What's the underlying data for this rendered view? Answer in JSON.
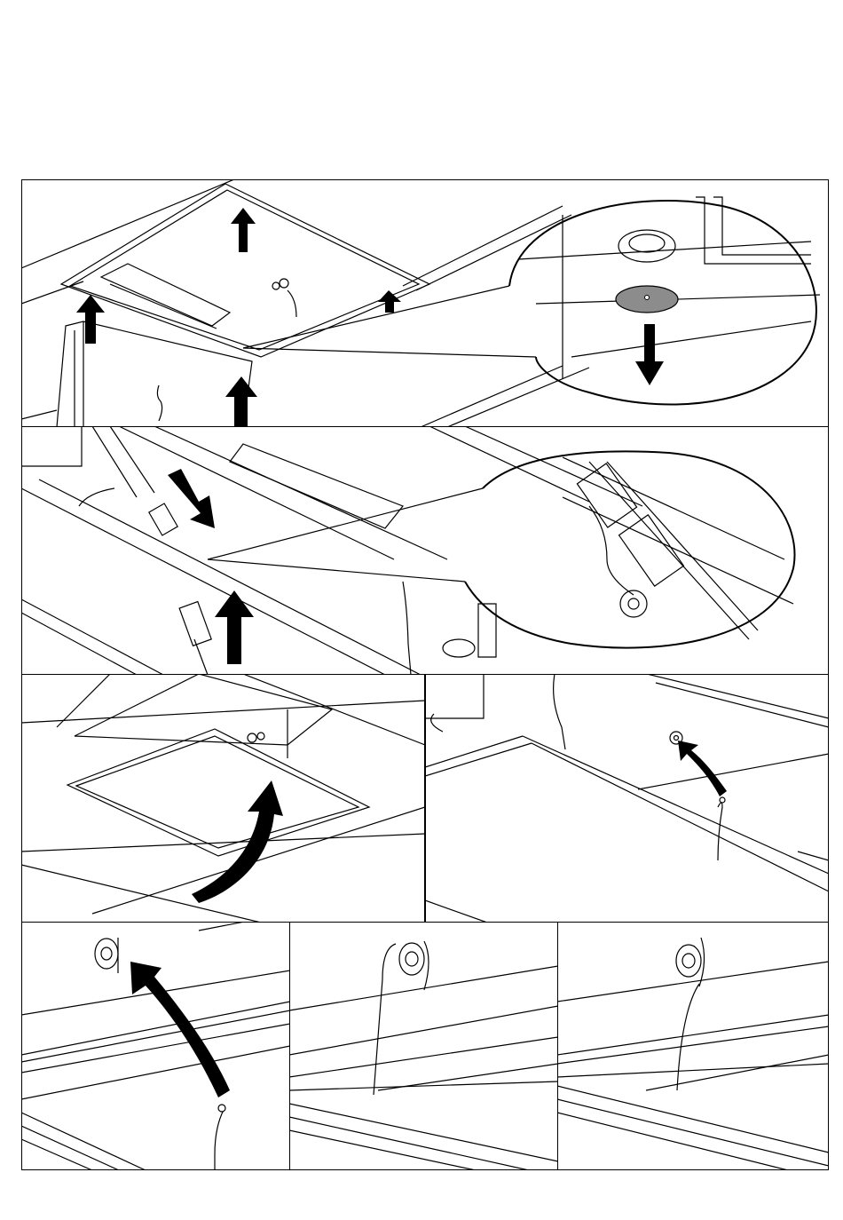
{
  "document": {
    "type": "installation-instructions",
    "steps": [
      {
        "id": "step-1",
        "depicts": "ceiling-tile-lift-and-magnet-release",
        "icons": [
          "arrow-up-icon",
          "arrow-down-icon",
          "magnifier-callout-icon",
          "magnet-disc-icon"
        ]
      },
      {
        "id": "step-2",
        "depicts": "connector-plug-join",
        "icons": [
          "arrow-down-icon",
          "arrow-up-icon",
          "magnifier-callout-icon",
          "connector-plug-icon"
        ]
      },
      {
        "id": "step-3",
        "depicts": "panel-swing-into-grid",
        "icons": [
          "curved-arrow-icon"
        ]
      },
      {
        "id": "step-4",
        "depicts": "safety-cable-hook",
        "icons": [
          "curved-arrow-icon",
          "hook-icon"
        ]
      },
      {
        "id": "step-5",
        "depicts": "cable-loop-to-eyelet",
        "icons": [
          "curved-arrow-icon",
          "eyelet-icon"
        ]
      },
      {
        "id": "step-6",
        "depicts": "cable-attached-to-eyelet",
        "icons": [
          "eyelet-icon"
        ]
      },
      {
        "id": "step-7",
        "depicts": "cable-attached-final",
        "icons": [
          "eyelet-icon"
        ]
      }
    ]
  },
  "colors": {
    "line": "#000000",
    "background": "#ffffff",
    "magnet_fill": "#8c8c8c",
    "arrow_fill": "#000000"
  }
}
